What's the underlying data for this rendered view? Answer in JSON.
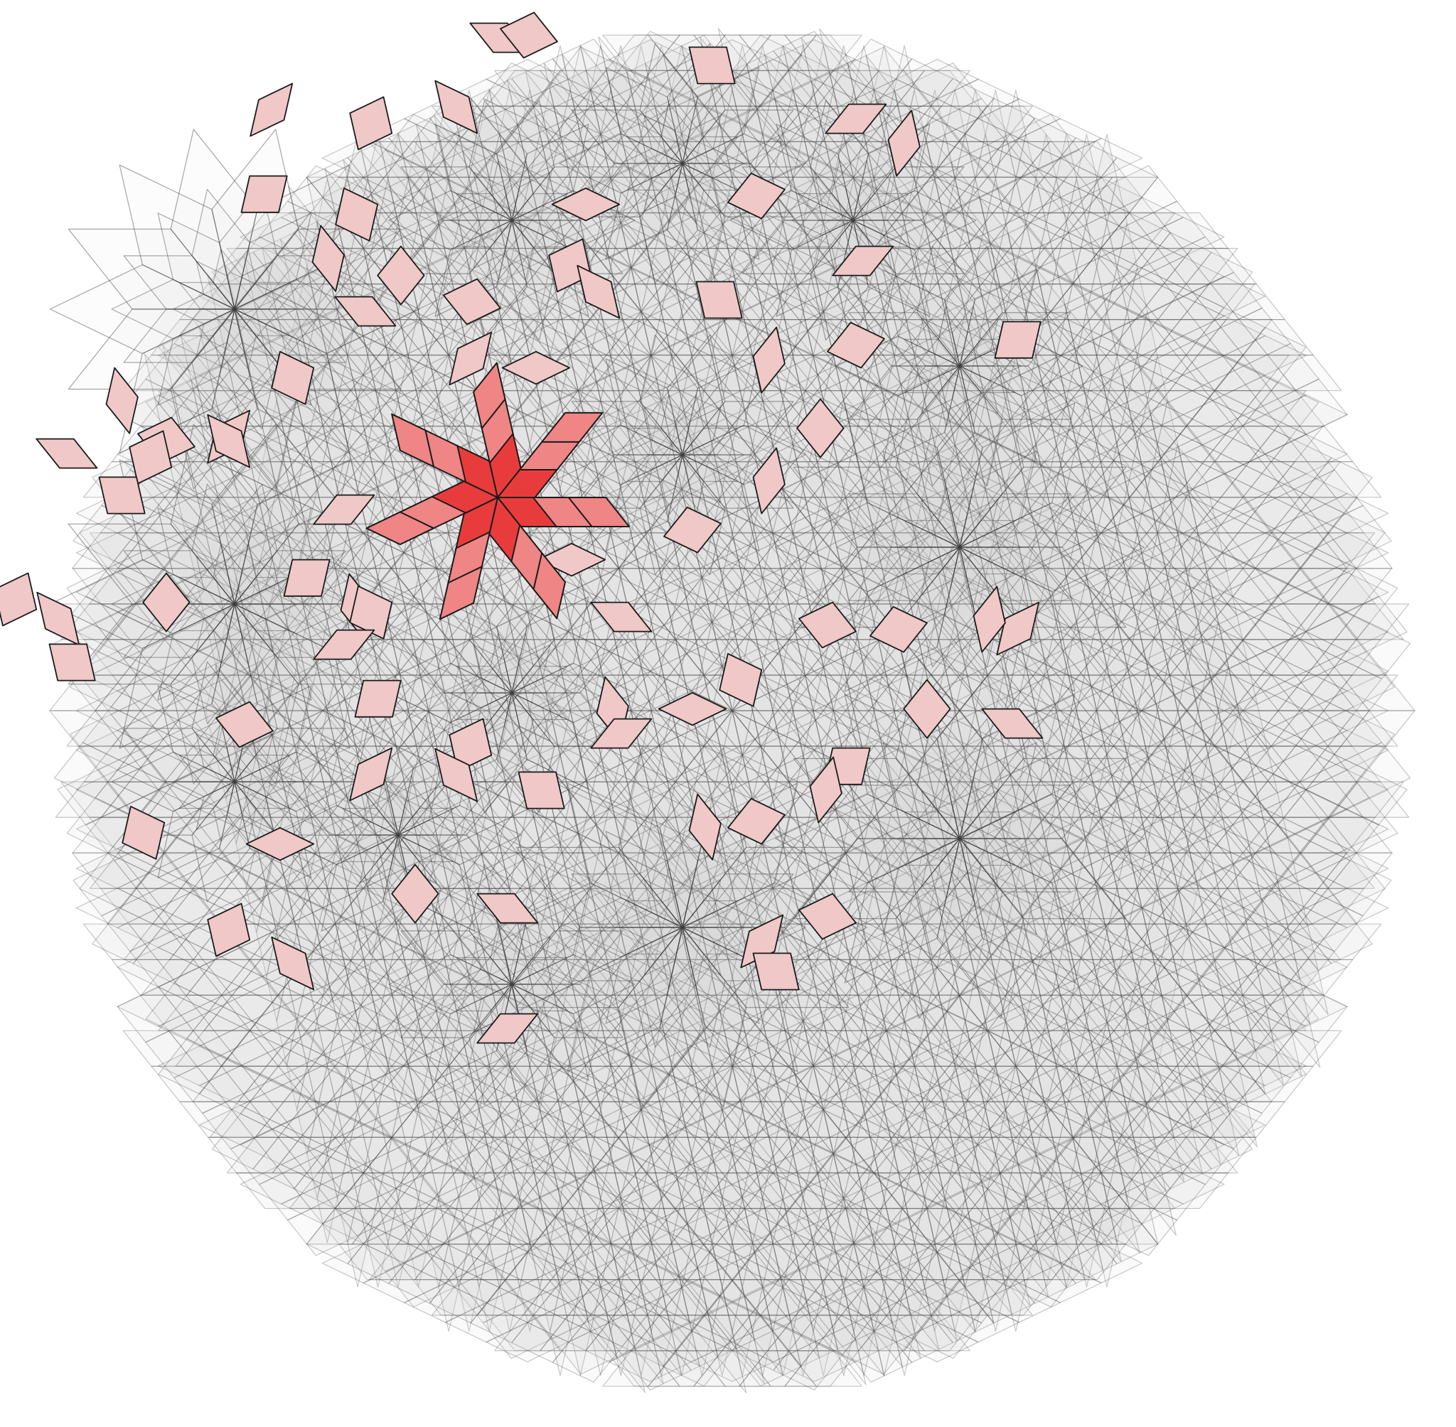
{
  "figure": {
    "kind": "quasiperiodic rhombus tiling overlay",
    "rotational_symmetry": 7,
    "rhombus_families": 3,
    "overlay_layers": 7
  },
  "colors": {
    "background": "#ffffff",
    "tile_fill": "#d2d2d2",
    "tile_stroke": "#3a3a3a",
    "highlight_light": "#f0c8c8",
    "highlight_mid": "#ef8585",
    "highlight_dark": "#e83c3c",
    "highlight_stroke": "#1a1a1a"
  }
}
